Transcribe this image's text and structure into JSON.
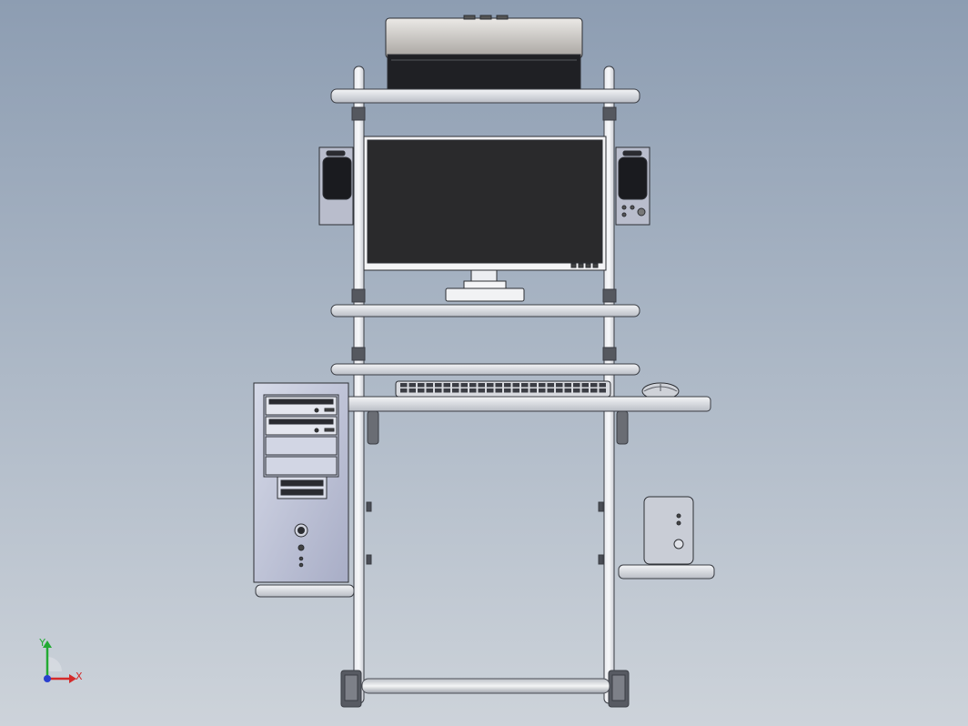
{
  "view": {
    "background_top": "#8d9db2",
    "background_bottom": "#cdd3da"
  },
  "triad": {
    "x_label": "X",
    "y_label": "Y",
    "x_color": "#d42a2a",
    "y_color": "#22aa33",
    "z_color": "#2a3fcf"
  },
  "model": {
    "components": [
      "printer",
      "top-shelf",
      "left-speaker",
      "right-speaker",
      "monitor",
      "monitor-shelf",
      "middle-shelf",
      "keyboard",
      "mouse",
      "keyboard-tray",
      "pc-tower",
      "tower-shelf",
      "subwoofer",
      "subwoofer-shelf",
      "desk-frame",
      "footrest-bar"
    ]
  }
}
